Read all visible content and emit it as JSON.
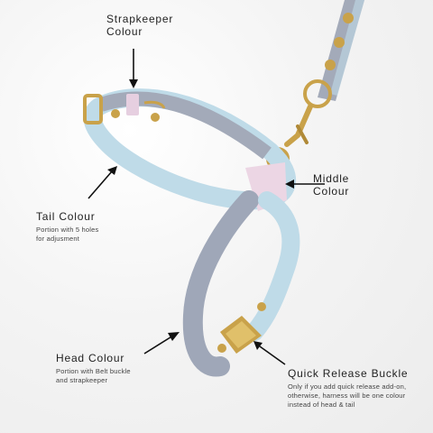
{
  "labels": {
    "strapkeeper": {
      "title_line1": "Strapkeeper",
      "title_line2": "Colour"
    },
    "middle": {
      "title_line1": "Middle",
      "title_line2": "Colour"
    },
    "tail": {
      "title": "Tail Colour",
      "desc_line1": "Portion with 5 holes",
      "desc_line2": "for adjusment"
    },
    "head": {
      "title": "Head Colour",
      "desc_line1": "Portion with Belt buckle",
      "desc_line2": "and strapkeeper"
    },
    "quick_release": {
      "title": "Quick Release Buckle",
      "desc_line1": "Only if you add quick release add-on,",
      "desc_line2": "otherwise, harness will be one colour",
      "desc_line3": "instead of head & tail"
    }
  },
  "colors": {
    "tail_strap": "#bfdbe8",
    "head_strap": "#9fa7b8",
    "middle": "#ecd6e4",
    "strapkeeper": "#e6cfe0",
    "hardware": "#c9a24a",
    "arrow": "#111111"
  }
}
